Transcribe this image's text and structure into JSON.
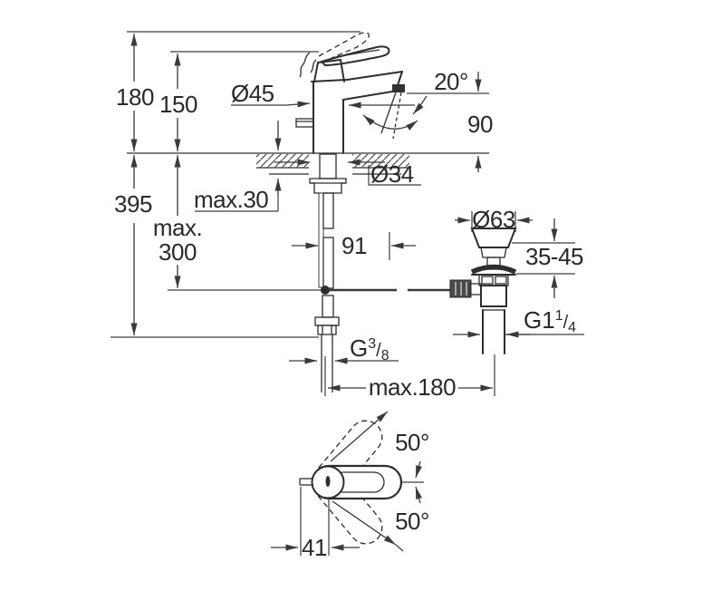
{
  "meta": {
    "kind": "technical-installation-drawing",
    "subject": "single-lever basin mixer with pop-up waste, dimensioned side view and handle top view"
  },
  "colors": {
    "background": "#ffffff",
    "object_line": "#2e2e2e",
    "dimension_line": "#3a3a3a",
    "text": "#2a2a2a"
  },
  "dims": {
    "total_height": "180",
    "spout_height_ref": "150",
    "under_counter_depth": "395",
    "hose_max_word": "max.",
    "hose_max_value": "300",
    "body_diameter": "Ø45",
    "stream_angle": "20°",
    "spout_to_deck": "90",
    "hole_diameter": "Ø34",
    "deck_thickness_max": "max.30",
    "rod_length": "91",
    "waste_flange_diameter": "Ø63",
    "waste_depth_range": "35-45",
    "waste_thread_base": "G1",
    "waste_thread_sup": "1",
    "waste_thread_slash": "/",
    "waste_thread_sub": "4",
    "supply_thread_base": "G",
    "supply_thread_sup": "3",
    "supply_thread_slash": "/",
    "supply_thread_sub": "8",
    "reach_max": "max.180",
    "handle_swing_up": "50°",
    "handle_swing_down": "50°",
    "handle_offset": "41"
  }
}
